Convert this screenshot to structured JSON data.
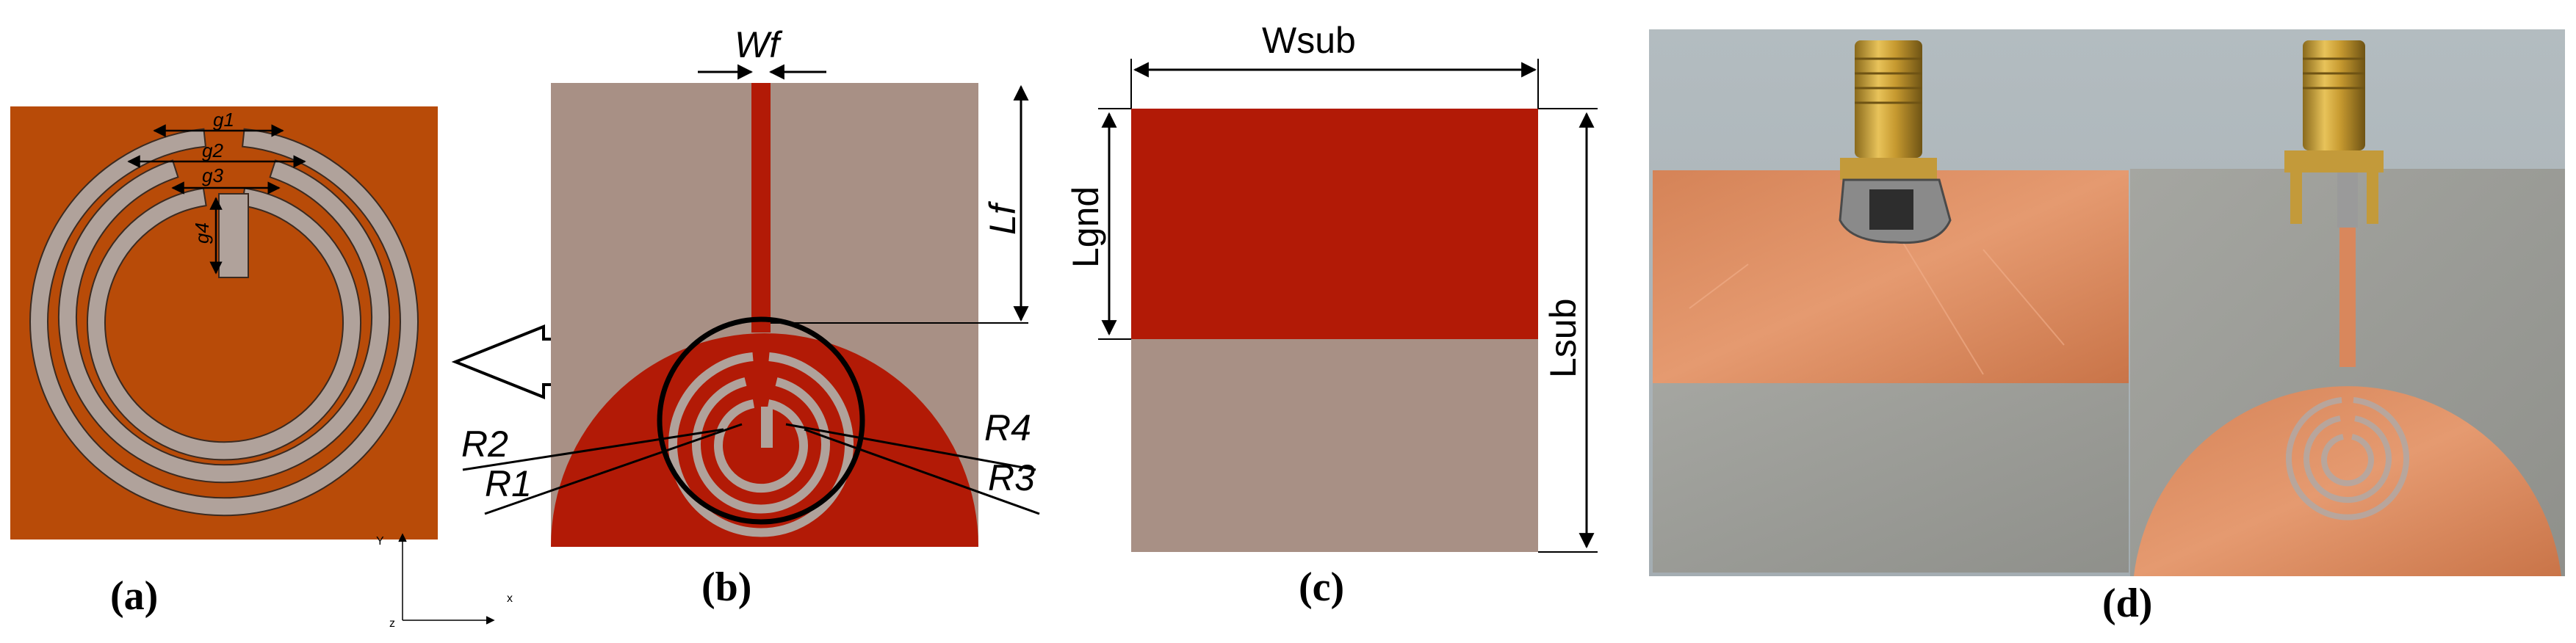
{
  "colors": {
    "substrate": "#a89085",
    "copper_red": "#b21a06",
    "panel_a_bg": "#b84b08",
    "gap_fill": "#b0a29b",
    "photo_copper": "#d9875c",
    "photo_substrate": "#9e9f9a",
    "photo_bg": "#a7b0b4"
  },
  "panels": {
    "a": {
      "caption": "(a)",
      "labels": {
        "g1": "g1",
        "g2": "g2",
        "g3": "g3",
        "g4": "g4"
      }
    },
    "b": {
      "caption": "(b)",
      "labels": {
        "wf": "Wf",
        "lf": "Lf",
        "r1": "R1",
        "r2": "R2",
        "r3": "R3",
        "r4": "R4"
      }
    },
    "axes": {
      "y": "Y",
      "x": "x",
      "z": "z"
    },
    "c": {
      "caption": "(c)",
      "labels": {
        "wsub": "Wsub",
        "lgnd": "Lgnd",
        "lsub": "Lsub"
      }
    },
    "d": {
      "caption": "(d)"
    }
  }
}
